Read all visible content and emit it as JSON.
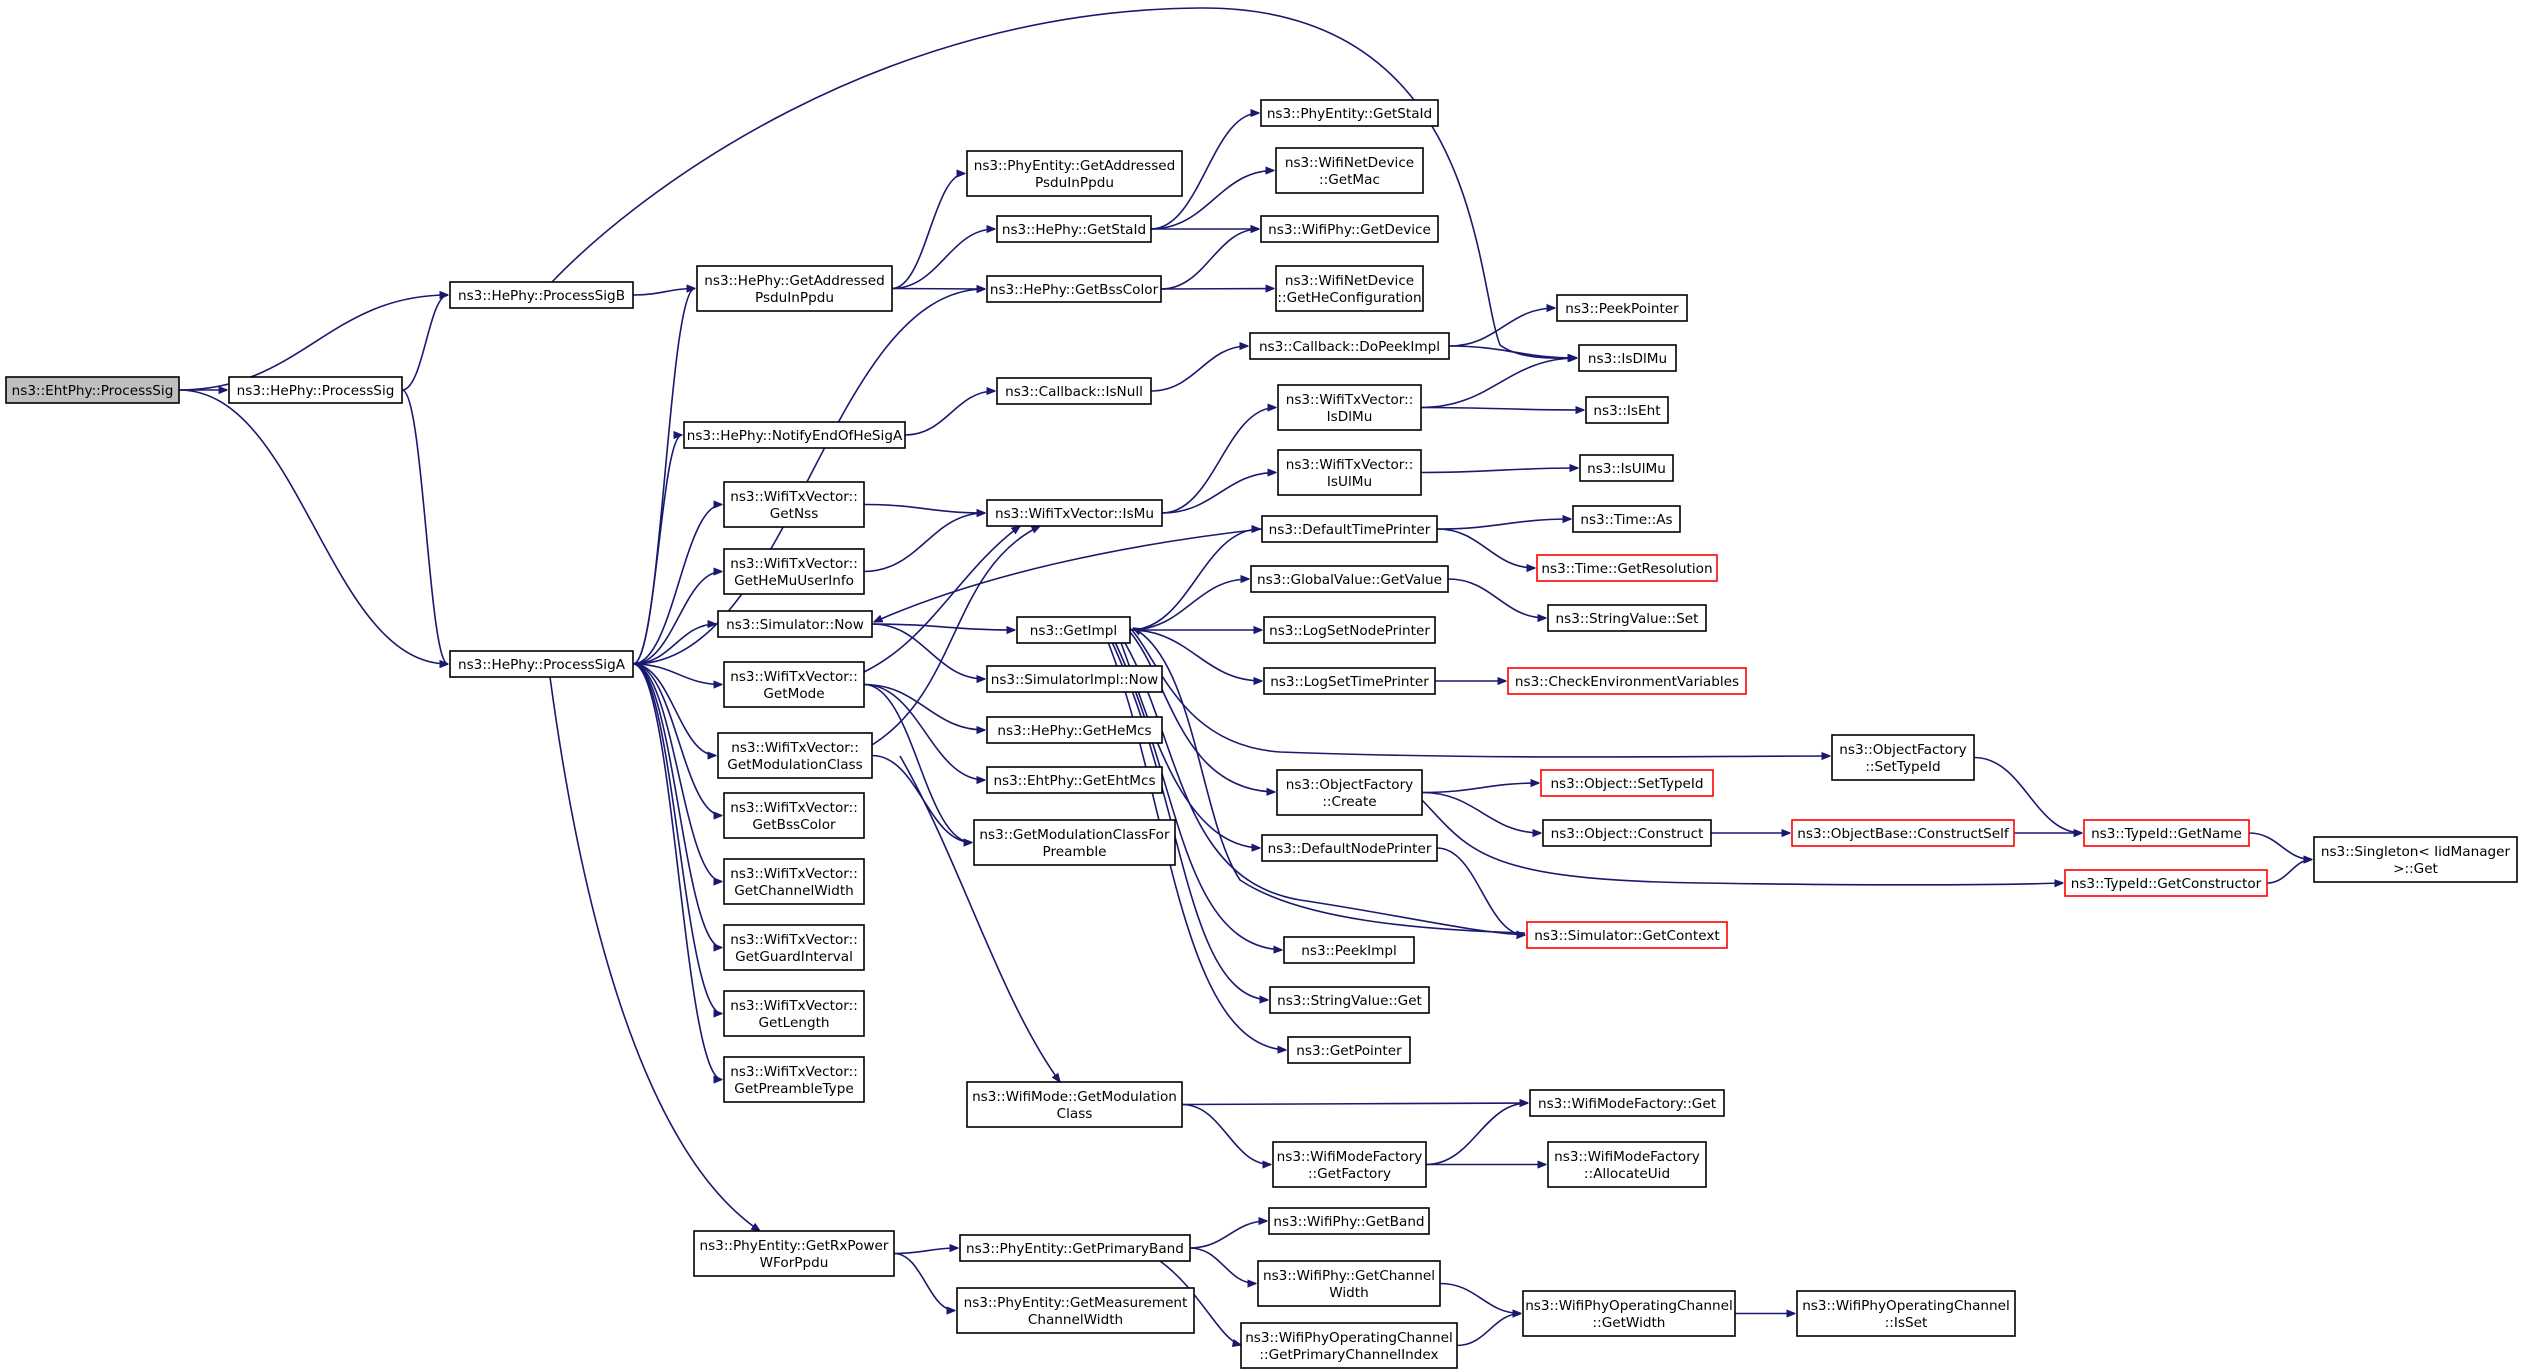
{
  "colors": {
    "edge": "#191970",
    "node_border": "#000000",
    "node_border_truncated": "#ff0000",
    "root_fill": "#bfbfbf",
    "node_fill": "#ffffff"
  },
  "nodes": [
    {
      "id": "ehtphy_processsig",
      "lines": [
        "ns3::EhtPhy::ProcessSig"
      ],
      "root": true
    },
    {
      "id": "hephy_processsig",
      "lines": [
        "ns3::HePhy::ProcessSig"
      ]
    },
    {
      "id": "hephy_processsigb",
      "lines": [
        "ns3::HePhy::ProcessSigB"
      ]
    },
    {
      "id": "hephy_processsiga",
      "lines": [
        "ns3::HePhy::ProcessSigA"
      ]
    },
    {
      "id": "hephy_getaddressedpsdu",
      "lines": [
        "ns3::HePhy::GetAddressed",
        "PsduInPpdu"
      ]
    },
    {
      "id": "hephy_notifyendofhesiga",
      "lines": [
        "ns3::HePhy::NotifyEndOfHeSigA"
      ]
    },
    {
      "id": "wtv_getnss",
      "lines": [
        "ns3::WifiTxVector::",
        "GetNss"
      ]
    },
    {
      "id": "wtv_gethemuuserinfo",
      "lines": [
        "ns3::WifiTxVector::",
        "GetHeMuUserInfo"
      ]
    },
    {
      "id": "simulator_now",
      "lines": [
        "ns3::Simulator::Now"
      ]
    },
    {
      "id": "wtv_getmode",
      "lines": [
        "ns3::WifiTxVector::",
        "GetMode"
      ]
    },
    {
      "id": "wtv_getmodulationclass",
      "lines": [
        "ns3::WifiTxVector::",
        "GetModulationClass"
      ]
    },
    {
      "id": "wtv_getbsscolor",
      "lines": [
        "ns3::WifiTxVector::",
        "GetBssColor"
      ]
    },
    {
      "id": "wtv_getchannelwidth",
      "lines": [
        "ns3::WifiTxVector::",
        "GetChannelWidth"
      ]
    },
    {
      "id": "wtv_getguardinterval",
      "lines": [
        "ns3::WifiTxVector::",
        "GetGuardInterval"
      ]
    },
    {
      "id": "wtv_getlength",
      "lines": [
        "ns3::WifiTxVector::",
        "GetLength"
      ]
    },
    {
      "id": "wtv_getpreambletype",
      "lines": [
        "ns3::WifiTxVector::",
        "GetPreambleType"
      ]
    },
    {
      "id": "phyentity_getrxpowerwforppdu",
      "lines": [
        "ns3::PhyEntity::GetRxPower",
        "WForPpdu"
      ]
    },
    {
      "id": "phyentity_getaddressedpsdu",
      "lines": [
        "ns3::PhyEntity::GetAddressed",
        "PsduInPpdu"
      ]
    },
    {
      "id": "hephy_getstaid",
      "lines": [
        "ns3::HePhy::GetStaId"
      ]
    },
    {
      "id": "hephy_getbsscolor",
      "lines": [
        "ns3::HePhy::GetBssColor"
      ]
    },
    {
      "id": "callback_isnull",
      "lines": [
        "ns3::Callback::IsNull"
      ]
    },
    {
      "id": "wtv_ismu",
      "lines": [
        "ns3::WifiTxVector::IsMu"
      ]
    },
    {
      "id": "getimpl",
      "lines": [
        "ns3::GetImpl"
      ]
    },
    {
      "id": "simulatorimpl_now",
      "lines": [
        "ns3::SimulatorImpl::Now"
      ]
    },
    {
      "id": "hephy_gethemcs",
      "lines": [
        "ns3::HePhy::GetHeMcs"
      ]
    },
    {
      "id": "ehtphy_getehtmcs",
      "lines": [
        "ns3::EhtPhy::GetEhtMcs"
      ]
    },
    {
      "id": "getmodulationclassforpreamble",
      "lines": [
        "ns3::GetModulationClassFor",
        "Preamble"
      ]
    },
    {
      "id": "wifimode_getmodulationclass",
      "lines": [
        "ns3::WifiMode::GetModulation",
        "Class"
      ]
    },
    {
      "id": "phyentity_getprimaryband",
      "lines": [
        "ns3::PhyEntity::GetPrimaryBand"
      ]
    },
    {
      "id": "phyentity_getmeasurementchannelwidth",
      "lines": [
        "ns3::PhyEntity::GetMeasurement",
        "ChannelWidth"
      ]
    },
    {
      "id": "phyentity_getstaid",
      "lines": [
        "ns3::PhyEntity::GetStaId"
      ]
    },
    {
      "id": "wifinetdevice_getmac",
      "lines": [
        "ns3::WifiNetDevice",
        "::GetMac"
      ]
    },
    {
      "id": "wifiphy_getdevice",
      "lines": [
        "ns3::WifiPhy::GetDevice"
      ]
    },
    {
      "id": "wifinetdevice_gethecfg",
      "lines": [
        "ns3::WifiNetDevice",
        "::GetHeConfiguration"
      ]
    },
    {
      "id": "callback_dopeekimpl",
      "lines": [
        "ns3::Callback::DoPeekImpl"
      ]
    },
    {
      "id": "wtv_isdlmu",
      "lines": [
        "ns3::WifiTxVector::",
        "IsDlMu"
      ]
    },
    {
      "id": "wtv_isulmu",
      "lines": [
        "ns3::WifiTxVector::",
        "IsUlMu"
      ]
    },
    {
      "id": "defaulttimeprinter",
      "lines": [
        "ns3::DefaultTimePrinter"
      ]
    },
    {
      "id": "globalvalue_getvalue",
      "lines": [
        "ns3::GlobalValue::GetValue"
      ]
    },
    {
      "id": "logsetnodeprinter",
      "lines": [
        "ns3::LogSetNodePrinter"
      ]
    },
    {
      "id": "logsettimeprinter",
      "lines": [
        "ns3::LogSetTimePrinter"
      ]
    },
    {
      "id": "objectfactory_create",
      "lines": [
        "ns3::ObjectFactory",
        "::Create"
      ]
    },
    {
      "id": "defaultnodeprinter",
      "lines": [
        "ns3::DefaultNodePrinter"
      ]
    },
    {
      "id": "peekimpl",
      "lines": [
        "ns3::PeekImpl"
      ]
    },
    {
      "id": "stringvalue_get",
      "lines": [
        "ns3::StringValue::Get"
      ]
    },
    {
      "id": "getpointer",
      "lines": [
        "ns3::GetPointer"
      ]
    },
    {
      "id": "wifimodefactory_getfactory",
      "lines": [
        "ns3::WifiModeFactory",
        "::GetFactory"
      ]
    },
    {
      "id": "wifiphy_getband",
      "lines": [
        "ns3::WifiPhy::GetBand"
      ]
    },
    {
      "id": "wifiphy_getchannelwidth",
      "lines": [
        "ns3::WifiPhy::GetChannel",
        "Width"
      ]
    },
    {
      "id": "wpoc_getprimarychannelindex",
      "lines": [
        "ns3::WifiPhyOperatingChannel",
        "::GetPrimaryChannelIndex"
      ]
    },
    {
      "id": "peekpointer",
      "lines": [
        "ns3::PeekPointer"
      ]
    },
    {
      "id": "isdlmu",
      "lines": [
        "ns3::IsDlMu"
      ]
    },
    {
      "id": "iseht",
      "lines": [
        "ns3::IsEht"
      ]
    },
    {
      "id": "isulmu",
      "lines": [
        "ns3::IsUlMu"
      ]
    },
    {
      "id": "time_as",
      "lines": [
        "ns3::Time::As"
      ]
    },
    {
      "id": "time_getresolution",
      "lines": [
        "ns3::Time::GetResolution"
      ],
      "truncated": true
    },
    {
      "id": "stringvalue_set",
      "lines": [
        "ns3::StringValue::Set"
      ]
    },
    {
      "id": "checkenvironmentvariables",
      "lines": [
        "ns3::CheckEnvironmentVariables"
      ],
      "truncated": true
    },
    {
      "id": "object_settypeid",
      "lines": [
        "ns3::Object::SetTypeId"
      ],
      "truncated": true
    },
    {
      "id": "object_construct",
      "lines": [
        "ns3::Object::Construct"
      ]
    },
    {
      "id": "simulator_getcontext",
      "lines": [
        "ns3::Simulator::GetContext"
      ],
      "truncated": true
    },
    {
      "id": "wifimodefactory_get",
      "lines": [
        "ns3::WifiModeFactory::Get"
      ]
    },
    {
      "id": "wifimodefactory_allocateuid",
      "lines": [
        "ns3::WifiModeFactory",
        "::AllocateUid"
      ]
    },
    {
      "id": "wpoc_getwidth",
      "lines": [
        "ns3::WifiPhyOperatingChannel",
        "::GetWidth"
      ]
    },
    {
      "id": "objectfactory_settypeid",
      "lines": [
        "ns3::ObjectFactory",
        "::SetTypeId"
      ]
    },
    {
      "id": "objectbase_constructself",
      "lines": [
        "ns3::ObjectBase::ConstructSelf"
      ],
      "truncated": true
    },
    {
      "id": "typeid_getconstructor",
      "lines": [
        "ns3::TypeId::GetConstructor"
      ],
      "truncated": true
    },
    {
      "id": "wpoc_isset",
      "lines": [
        "ns3::WifiPhyOperatingChannel",
        "::IsSet"
      ]
    },
    {
      "id": "typeid_getname",
      "lines": [
        "ns3::TypeId::GetName"
      ],
      "truncated": true
    },
    {
      "id": "singleton_get",
      "lines": [
        "ns3::Singleton< IidManager",
        " >::Get"
      ]
    }
  ],
  "edges": [
    [
      "ehtphy_processsig",
      "hephy_processsig"
    ],
    [
      "ehtphy_processsig",
      "hephy_processsigb"
    ],
    [
      "ehtphy_processsig",
      "hephy_processsiga"
    ],
    [
      "hephy_processsig",
      "hephy_processsigb"
    ],
    [
      "hephy_processsig",
      "hephy_processsiga"
    ],
    [
      "hephy_processsigb",
      "hephy_getaddressedpsdu"
    ],
    [
      "hephy_processsigb",
      "isdlmu"
    ],
    [
      "hephy_processsiga",
      "hephy_getaddressedpsdu"
    ],
    [
      "hephy_processsiga",
      "hephy_getbsscolor"
    ],
    [
      "hephy_processsiga",
      "hephy_notifyendofhesiga"
    ],
    [
      "hephy_processsiga",
      "wtv_getnss"
    ],
    [
      "hephy_processsiga",
      "wtv_gethemuuserinfo"
    ],
    [
      "hephy_processsiga",
      "simulator_now"
    ],
    [
      "hephy_processsiga",
      "wtv_getmode"
    ],
    [
      "hephy_processsiga",
      "wtv_getmodulationclass"
    ],
    [
      "hephy_processsiga",
      "wtv_getbsscolor"
    ],
    [
      "hephy_processsiga",
      "wtv_getchannelwidth"
    ],
    [
      "hephy_processsiga",
      "wtv_getguardinterval"
    ],
    [
      "hephy_processsiga",
      "wtv_getlength"
    ],
    [
      "hephy_processsiga",
      "wtv_getpreambletype"
    ],
    [
      "hephy_processsiga",
      "phyentity_getrxpowerwforppdu"
    ],
    [
      "hephy_getaddressedpsdu",
      "phyentity_getaddressedpsdu"
    ],
    [
      "hephy_getaddressedpsdu",
      "hephy_getstaid"
    ],
    [
      "hephy_getaddressedpsdu",
      "hephy_getbsscolor"
    ],
    [
      "hephy_notifyendofhesiga",
      "callback_isnull"
    ],
    [
      "wtv_getnss",
      "wtv_ismu"
    ],
    [
      "wtv_gethemuuserinfo",
      "wtv_ismu"
    ],
    [
      "simulator_now",
      "getimpl"
    ],
    [
      "simulator_now",
      "simulatorimpl_now"
    ],
    [
      "wtv_getmode",
      "wtv_ismu"
    ],
    [
      "wtv_getmode",
      "hephy_gethemcs"
    ],
    [
      "wtv_getmode",
      "ehtphy_getehtmcs"
    ],
    [
      "wtv_getmode",
      "getmodulationclassforpreamble"
    ],
    [
      "wtv_getmodulationclass",
      "wtv_ismu"
    ],
    [
      "wtv_getmodulationclass",
      "getmodulationclassforpreamble"
    ],
    [
      "wtv_getmodulationclass",
      "wifimode_getmodulationclass"
    ],
    [
      "phyentity_getrxpowerwforppdu",
      "phyentity_getprimaryband"
    ],
    [
      "phyentity_getrxpowerwforppdu",
      "phyentity_getmeasurementchannelwidth"
    ],
    [
      "hephy_getstaid",
      "phyentity_getstaid"
    ],
    [
      "hephy_getstaid",
      "wifinetdevice_getmac"
    ],
    [
      "hephy_getstaid",
      "wifiphy_getdevice"
    ],
    [
      "hephy_getbsscolor",
      "wifiphy_getdevice"
    ],
    [
      "hephy_getbsscolor",
      "wifinetdevice_gethecfg"
    ],
    [
      "callback_isnull",
      "callback_dopeekimpl"
    ],
    [
      "wtv_ismu",
      "wtv_isdlmu"
    ],
    [
      "wtv_ismu",
      "wtv_isulmu"
    ],
    [
      "getimpl",
      "defaulttimeprinter"
    ],
    [
      "getimpl",
      "globalvalue_getvalue"
    ],
    [
      "getimpl",
      "logsetnodeprinter"
    ],
    [
      "getimpl",
      "logsettimeprinter"
    ],
    [
      "getimpl",
      "objectfactory_settypeid"
    ],
    [
      "getimpl",
      "objectfactory_create"
    ],
    [
      "getimpl",
      "defaultnodeprinter"
    ],
    [
      "getimpl",
      "simulator_getcontext"
    ],
    [
      "getimpl",
      "peekimpl"
    ],
    [
      "getimpl",
      "stringvalue_get"
    ],
    [
      "getimpl",
      "getpointer"
    ],
    [
      "wifimode_getmodulationclass",
      "wifimodefactory_get"
    ],
    [
      "wifimode_getmodulationclass",
      "wifimodefactory_getfactory"
    ],
    [
      "phyentity_getprimaryband",
      "wifiphy_getband"
    ],
    [
      "phyentity_getprimaryband",
      "wifiphy_getchannelwidth"
    ],
    [
      "phyentity_getprimaryband",
      "wpoc_getprimarychannelindex"
    ],
    [
      "callback_dopeekimpl",
      "peekpointer"
    ],
    [
      "callback_dopeekimpl",
      "isdlmu"
    ],
    [
      "wtv_isdlmu",
      "isdlmu"
    ],
    [
      "wtv_isdlmu",
      "iseht"
    ],
    [
      "wtv_isulmu",
      "isulmu"
    ],
    [
      "defaulttimeprinter",
      "simulator_now"
    ],
    [
      "defaulttimeprinter",
      "time_as"
    ],
    [
      "defaulttimeprinter",
      "time_getresolution"
    ],
    [
      "globalvalue_getvalue",
      "stringvalue_set"
    ],
    [
      "logsettimeprinter",
      "checkenvironmentvariables"
    ],
    [
      "objectfactory_create",
      "object_settypeid"
    ],
    [
      "objectfactory_create",
      "object_construct"
    ],
    [
      "objectfactory_create",
      "typeid_getconstructor"
    ],
    [
      "defaultnodeprinter",
      "simulator_getcontext"
    ],
    [
      "simulator_getcontext",
      "getimpl"
    ],
    [
      "wifimodefactory_getfactory",
      "wifimodefactory_get"
    ],
    [
      "wifimodefactory_getfactory",
      "wifimodefactory_allocateuid"
    ],
    [
      "wifiphy_getchannelwidth",
      "wpoc_getwidth"
    ],
    [
      "wpoc_getprimarychannelindex",
      "wpoc_getwidth"
    ],
    [
      "wpoc_getwidth",
      "wpoc_isset"
    ],
    [
      "objectfactory_settypeid",
      "typeid_getname"
    ],
    [
      "object_construct",
      "objectbase_constructself"
    ],
    [
      "objectbase_constructself",
      "typeid_getname"
    ],
    [
      "typeid_getname",
      "singleton_get"
    ],
    [
      "typeid_getconstructor",
      "singleton_get"
    ]
  ]
}
